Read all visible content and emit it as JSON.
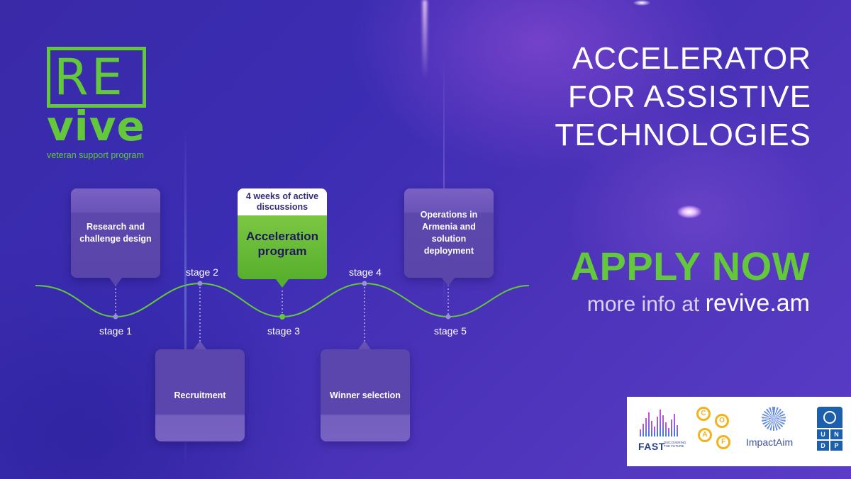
{
  "logo": {
    "re": "RE",
    "vive": "vive",
    "tagline": "veteran support program"
  },
  "headline": {
    "line1": "ACCELERATOR",
    "line2": "FOR ASSISTIVE",
    "line3": "TECHNOLOGIES"
  },
  "cta": {
    "apply": "APPLY NOW",
    "more_info_prefix": "more info at",
    "site": "revive.am"
  },
  "stages": [
    {
      "label": "stage 1",
      "card": "Research and challenge design"
    },
    {
      "label": "stage 2",
      "card": "Recruitment"
    },
    {
      "label": "stage 3",
      "card_top": "4 weeks of active discussions",
      "card": "Acceleration program"
    },
    {
      "label": "stage 4",
      "card": "Winner selection"
    },
    {
      "label": "stage 5",
      "card": "Operations in Armenia and solution deployment"
    }
  ],
  "colors": {
    "accent_green": "#63c93a",
    "card_purple": "#5a46aa",
    "background": "#3b2db3"
  },
  "partners": {
    "fast": {
      "name": "FAST",
      "tagline": "DISCOVERING THE FUTURE"
    },
    "coaf": {
      "letters": [
        "C",
        "O",
        "A",
        "F"
      ]
    },
    "impactaim": {
      "name": "ImpactAim"
    },
    "undp": {
      "letters": [
        "U",
        "N",
        "D",
        "P"
      ]
    }
  }
}
